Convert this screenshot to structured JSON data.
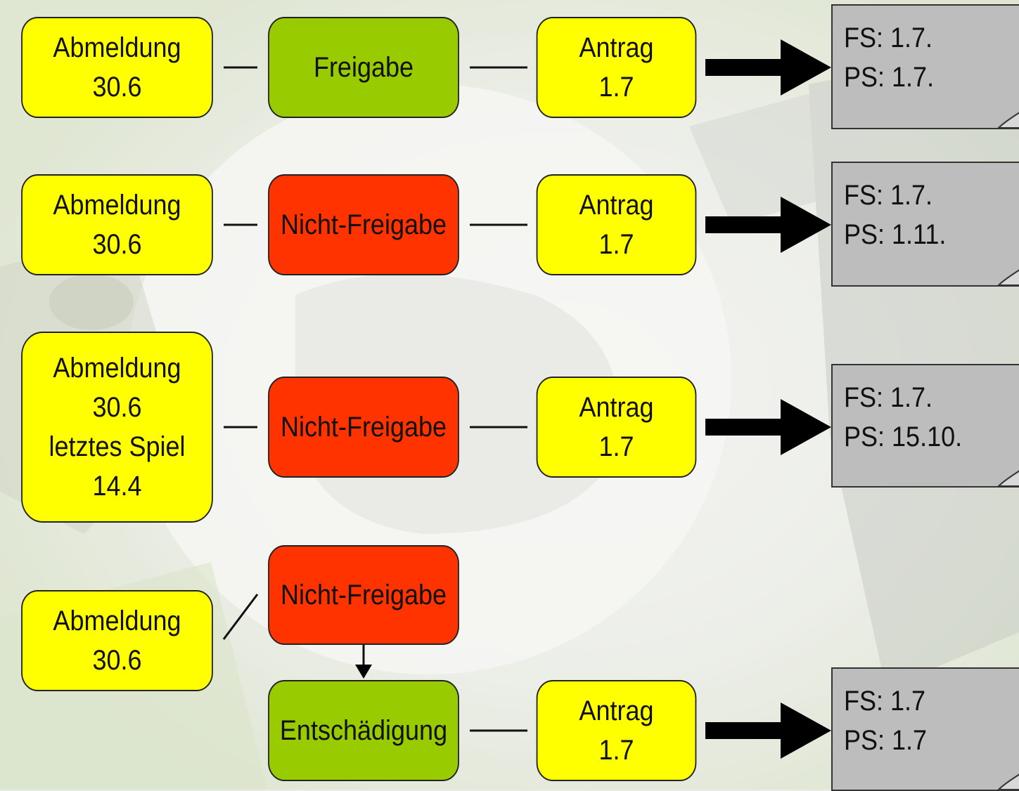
{
  "rows": [
    {
      "abmeldung": [
        "Abmeldung",
        "30.6"
      ],
      "decision": "Freigabe",
      "antrag": [
        "Antrag",
        "1.7"
      ],
      "result": [
        "FS: 1.7.",
        "PS: 1.7."
      ]
    },
    {
      "abmeldung": [
        "Abmeldung",
        "30.6"
      ],
      "decision": "Nicht-Freigabe",
      "antrag": [
        "Antrag",
        "1.7"
      ],
      "result": [
        "FS: 1.7.",
        "PS: 1.11."
      ]
    },
    {
      "abmeldung": [
        "Abmeldung",
        "30.6",
        "letztes Spiel",
        "14.4"
      ],
      "decision": "Nicht-Freigabe",
      "antrag": [
        "Antrag",
        "1.7"
      ],
      "result": [
        "FS: 1.7.",
        "PS: 15.10."
      ]
    },
    {
      "abmeldung": [
        "Abmeldung",
        "30.6"
      ],
      "decision": "Nicht-Freigabe",
      "compensation": "Entschädigung",
      "antrag": [
        "Antrag",
        "1.7"
      ],
      "result": [
        "FS: 1.7",
        "PS: 1.7"
      ]
    }
  ],
  "colors": {
    "yellow": "#ffff00",
    "green": "#99cc00",
    "red": "#ff3300",
    "note": "#bdbdbd"
  }
}
